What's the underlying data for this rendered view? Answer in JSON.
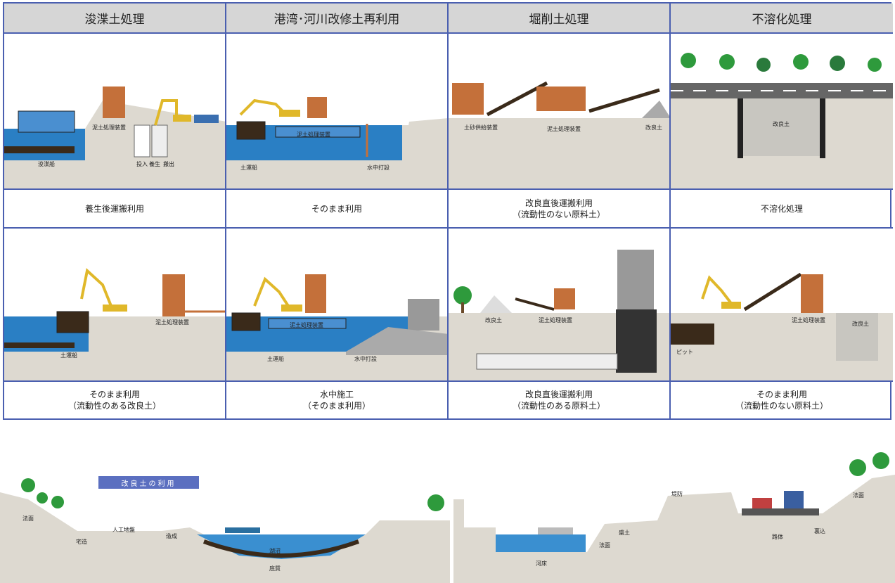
{
  "columns": [
    {
      "header": "浚渫土処理",
      "top_caption": [
        "養生後運搬利用"
      ],
      "top_labels": {
        "mud_device": "泥土処理装置",
        "dredger": "浚渫船",
        "input": "投入",
        "cure": "養生",
        "out": "搬出"
      },
      "bottom_caption": [
        "そのまま利用",
        "（流動性のある改良土）"
      ],
      "bottom_labels": {
        "mud_device": "泥土処理装置",
        "ship": "土運船"
      }
    },
    {
      "header": "港湾･河川改修土再利用",
      "top_caption": [
        "そのまま利用"
      ],
      "top_labels": {
        "mud_device": "泥土処理装置",
        "ship": "土運船",
        "underwater": "水中打設"
      },
      "bottom_caption": [
        "水中施工",
        "（そのまま利用）"
      ],
      "bottom_labels": {
        "mud_device": "泥土処理装置",
        "ship": "土運船",
        "underwater": "水中打設"
      }
    },
    {
      "header": "堀削土処理",
      "top_caption": [
        "改良直後運搬利用",
        "（流動性のない原料土）"
      ],
      "top_labels": {
        "feeder": "土砂供給装置",
        "mud_device": "泥土処理装置",
        "improved": "改良土"
      },
      "bottom_caption": [
        "改良直後運搬利用",
        "（流動性のある原料土）"
      ],
      "bottom_labels": {
        "improved": "改良土",
        "mud_device": "泥土処理装置"
      }
    },
    {
      "header": "不溶化処理",
      "top_caption": [
        "不溶化処理"
      ],
      "top_labels": {
        "improved": "改良土"
      },
      "bottom_caption": [
        "そのまま利用",
        "（流動性のない原料土）"
      ],
      "bottom_labels": {
        "pit": "ピット",
        "mud_device": "泥土処理装置",
        "improved": "改良土"
      }
    }
  ],
  "bottom_panel": {
    "title": "改良土の利用",
    "labels": {
      "slope_left": "法面",
      "residential": "宅造",
      "artificial_ground": "人工地盤",
      "land_creation": "造成",
      "lake": "湖沼",
      "bottom_sediment": "底質",
      "riverbed": "河床",
      "slope_mid": "法面",
      "embankment": "盛土",
      "levee": "堤防",
      "roadbed": "路体",
      "backfill": "裏込",
      "slope_right": "法面"
    }
  },
  "colors": {
    "border": "#4a5fb0",
    "header_bg": "#d6d6d6",
    "ground": "#ddd9d0",
    "water": "#2a7fc4",
    "machine": "#c4703a",
    "excavator": "#e0b82a",
    "tree": "#2e9a3c",
    "title_bg": "#5b6fc0"
  }
}
